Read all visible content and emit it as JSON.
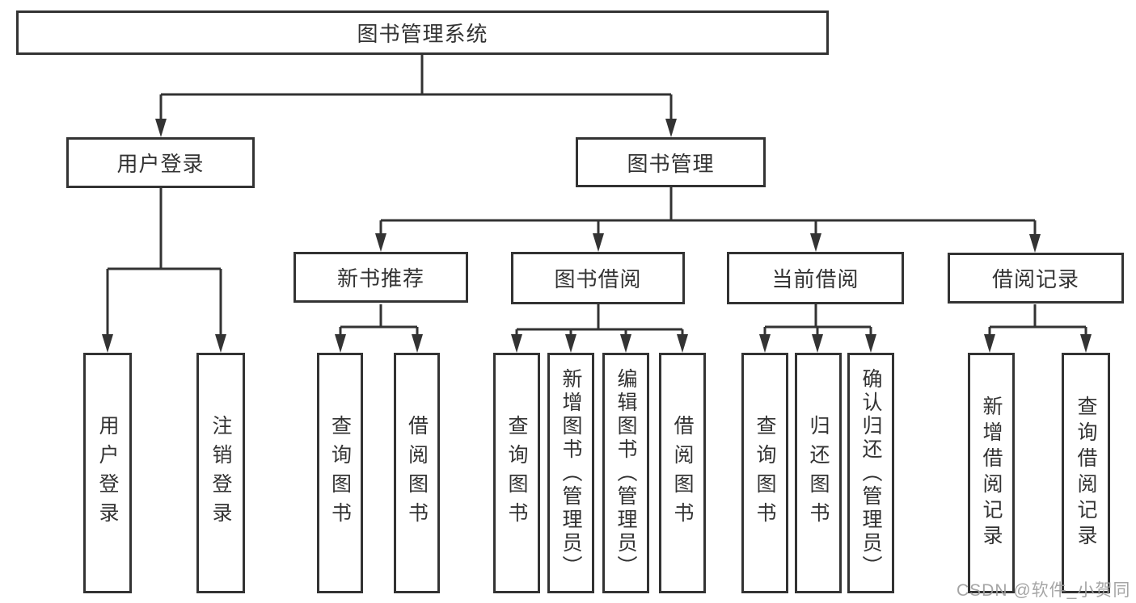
{
  "diagram": {
    "nodes": {
      "root": "图书管理系统",
      "user_login": "用户登录",
      "book_mgmt": "图书管理",
      "new_book_rec": "新书推荐",
      "book_borrow": "图书借阅",
      "current_borrow": "当前借阅",
      "borrow_records": "借阅记录",
      "leaf_user_login": "用户登录",
      "leaf_logout": "注销登录",
      "leaf_rec_query": "查询图书",
      "leaf_rec_borrow": "借阅图书",
      "leaf_bor_query": "查询图书",
      "leaf_bor_add": "新增图书（管理员）",
      "leaf_bor_edit": "编辑图书（管理员）",
      "leaf_bor_borrow": "借阅图书",
      "leaf_cur_query": "查询图书",
      "leaf_cur_return": "归还图书",
      "leaf_cur_confirm": "确认归还（管理员）",
      "leaf_rc_add": "新增借阅记录",
      "leaf_rc_query": "查询借阅记录"
    },
    "line_color": "#333333"
  },
  "watermark": {
    "text": "CSDN @软件_小贺同学"
  }
}
